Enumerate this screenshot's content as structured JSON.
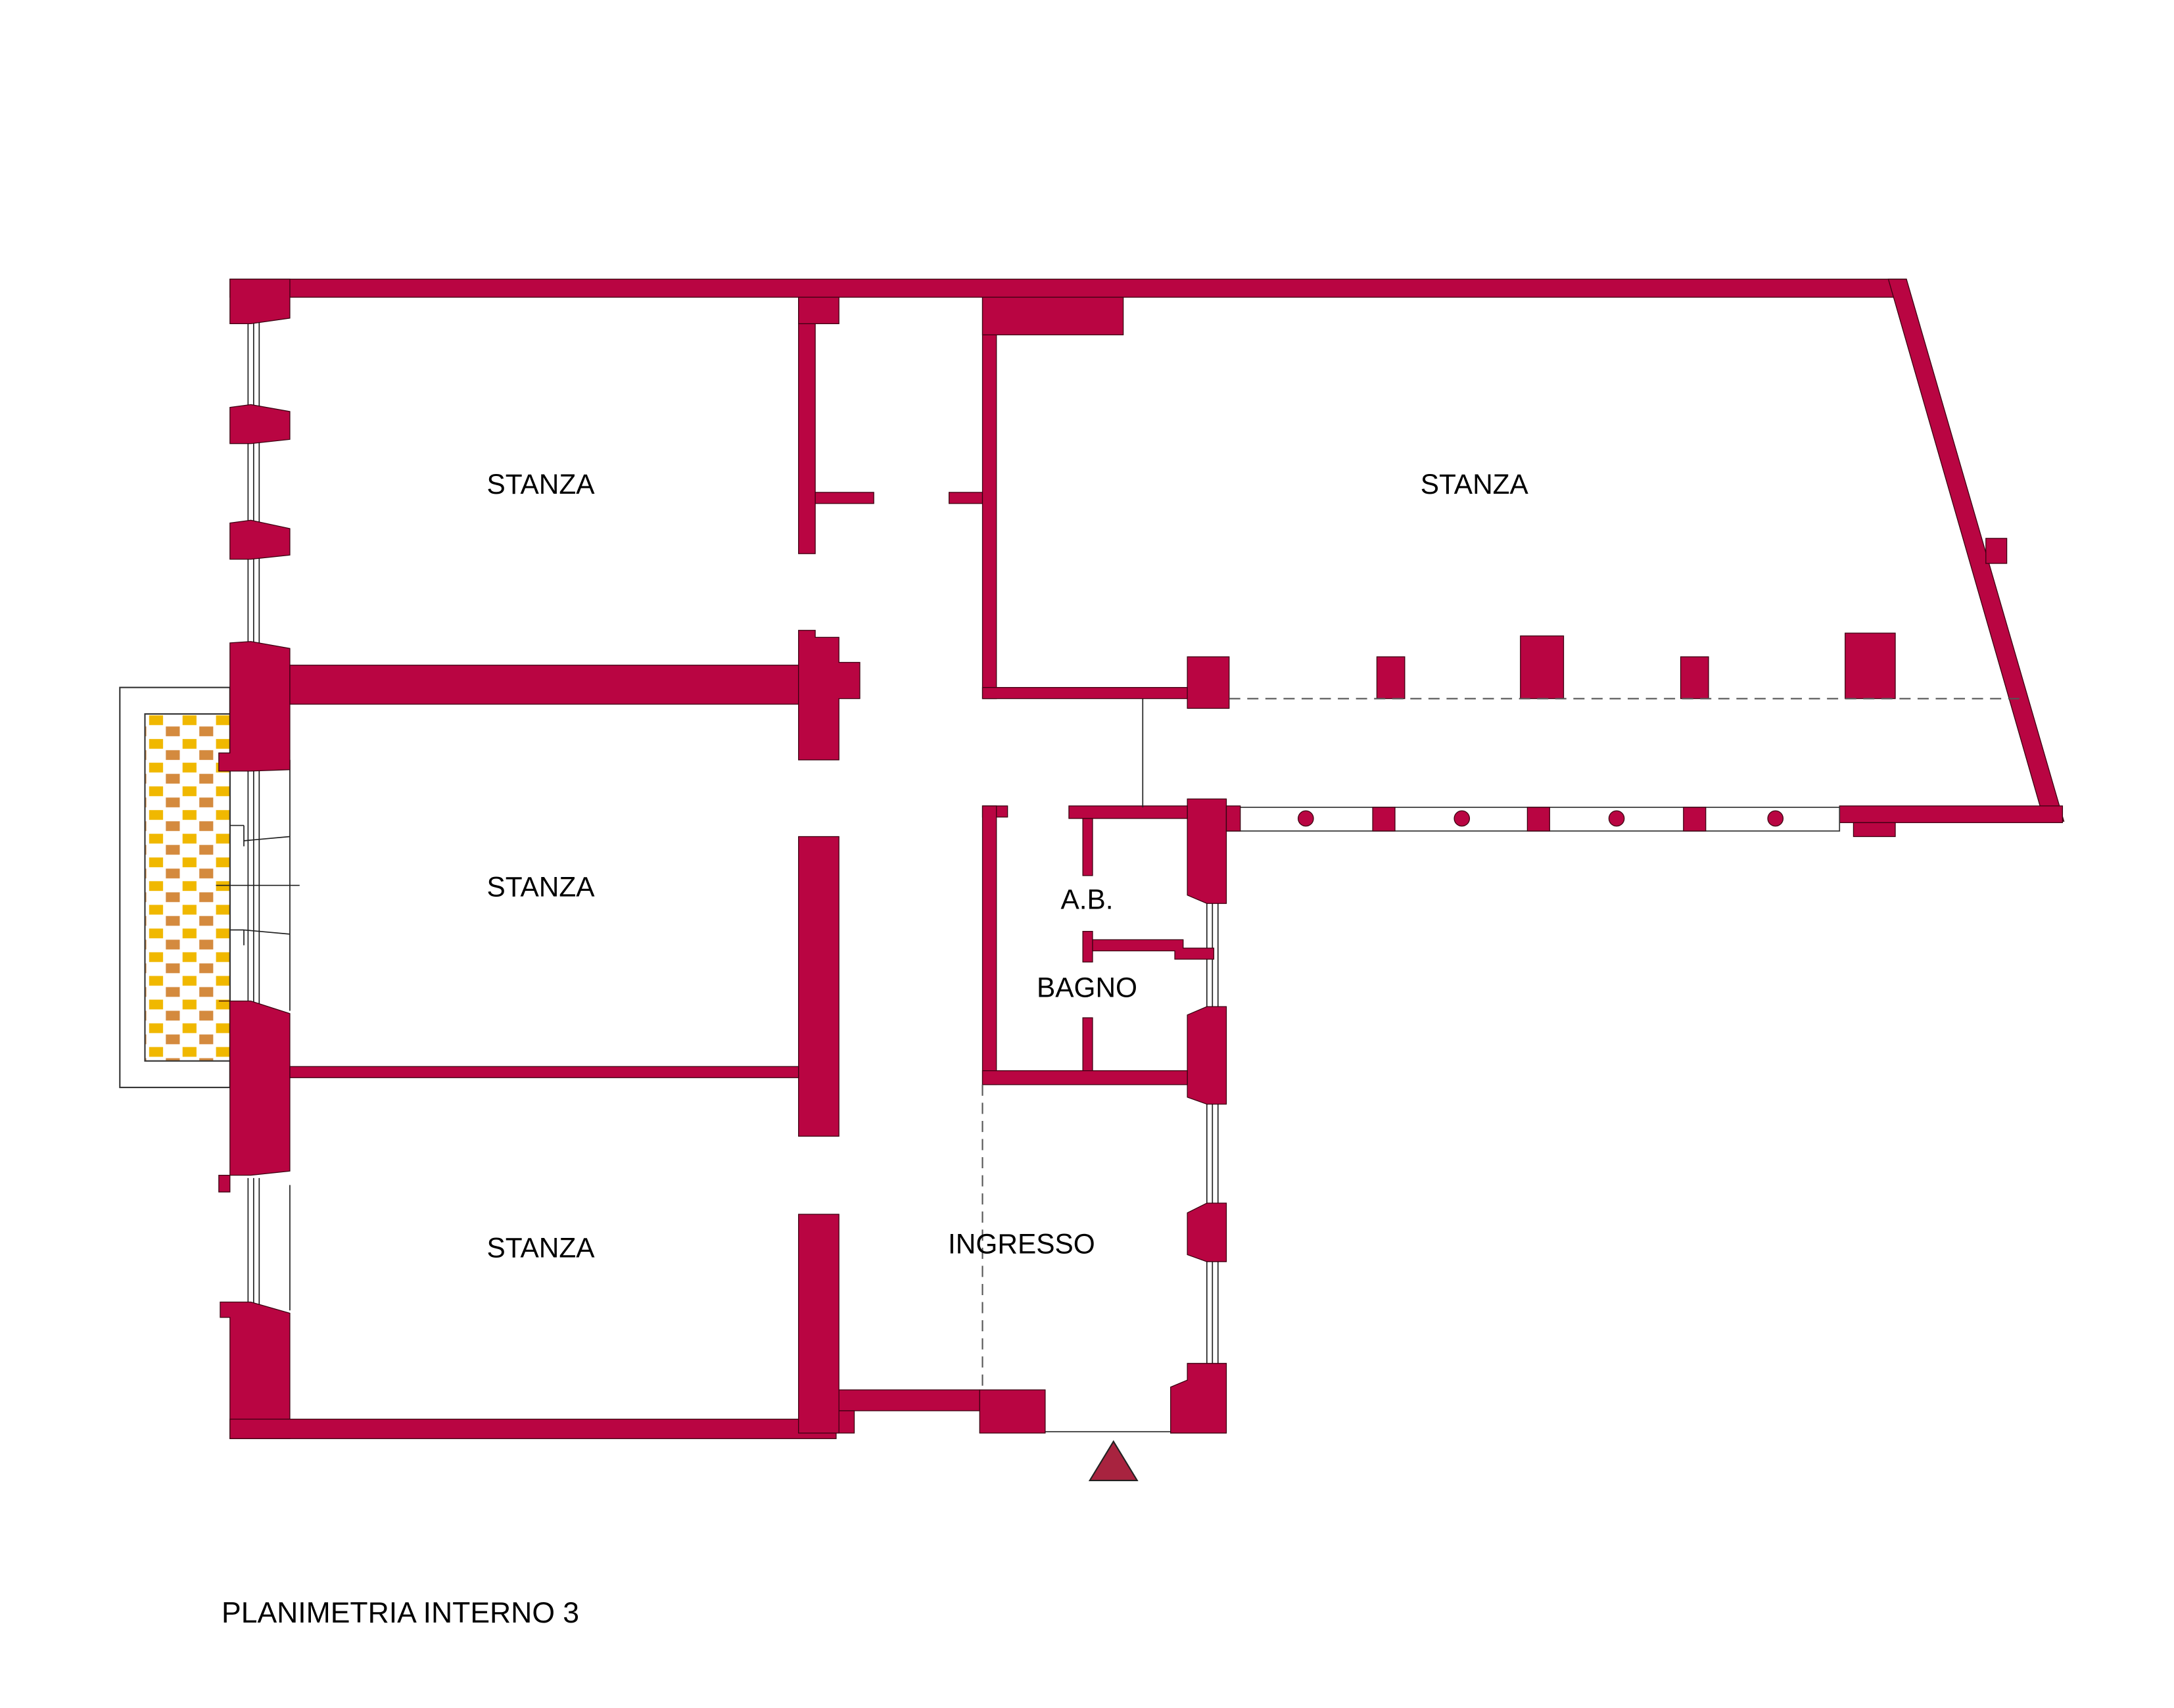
{
  "plan": {
    "title": "PLANIMETRIA INTERNO 3",
    "rooms": {
      "stanza_top_left": "STANZA",
      "stanza_top_right": "STANZA",
      "stanza_middle_left": "STANZA",
      "stanza_bottom_left": "STANZA",
      "ab": "A.B.",
      "bagno": "BAGNO",
      "ingresso": "INGRESSO"
    }
  },
  "colors": {
    "walls": "#B90542",
    "entrance_marker": "#A8233F",
    "balcony_tile_1": "#F0B800",
    "balcony_tile_2": "#D48A3E"
  }
}
